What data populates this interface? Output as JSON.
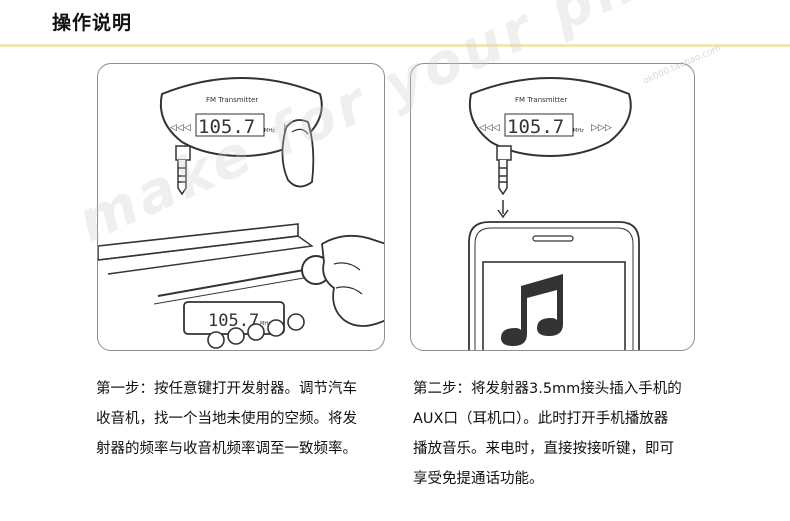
{
  "header": {
    "title": "操作说明"
  },
  "device": {
    "label": "FM Transmitter",
    "frequency": "105.7",
    "unit": "MHz"
  },
  "radio": {
    "frequency": "105.7",
    "unit": "MHz"
  },
  "steps": [
    {
      "lines": [
        "第一步：按任意键打开发射器。调节汽车",
        "收音机，找一个当地未使用的空频。将发",
        "射器的频率与收音机频率调至一致频率。"
      ]
    },
    {
      "lines": [
        "第二步：将发射器3.5mm接头插入手机的",
        "AUX口（耳机口）。此时打开手机播放器",
        "播放音乐。来电时，直接按接听键，即可",
        "享受免提通话功能。"
      ]
    }
  ],
  "watermark": {
    "text": "make for your phone",
    "small": "ok000.taobao.com"
  },
  "colors": {
    "rule": "#efe7b4",
    "border": "#8d8d8d",
    "ink": "#333333"
  }
}
